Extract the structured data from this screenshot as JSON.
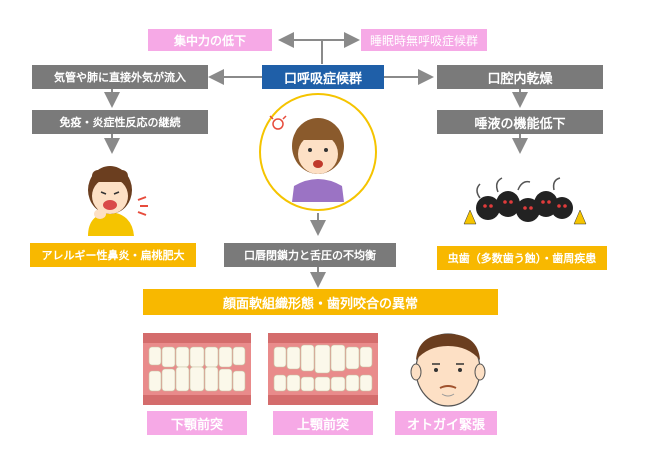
{
  "nodes": {
    "concentration": "集中力の低下",
    "sleep_apnea": "睡眠時無呼吸症候群",
    "mouth_breathing": "口呼吸症候群",
    "airway_inflow": "気管や肺に直接外気が流入",
    "dry_mouth": "口腔内乾燥",
    "immune_inflammation": "免疫・炎症性反応の継続",
    "saliva_decline": "唾液の機能低下",
    "allergy": "アレルギー性鼻炎・扁桃肥大",
    "lip_tongue_imbalance": "口唇閉鎖力と舌圧の不均衡",
    "caries": "虫歯（多数歯う蝕）・歯周疾患",
    "facial_abnormality": "顔面軟組織形態・歯列咬合の異常",
    "mandibular": "下顎前突",
    "maxillary": "上顎前突",
    "chin_tension": "オトガイ緊張"
  },
  "colors": {
    "pink": "#f6a9e6",
    "gray": "#7a7a7a",
    "blue": "#1f5fa8",
    "yellow": "#f8b800",
    "circle_border": "#f5c400"
  }
}
